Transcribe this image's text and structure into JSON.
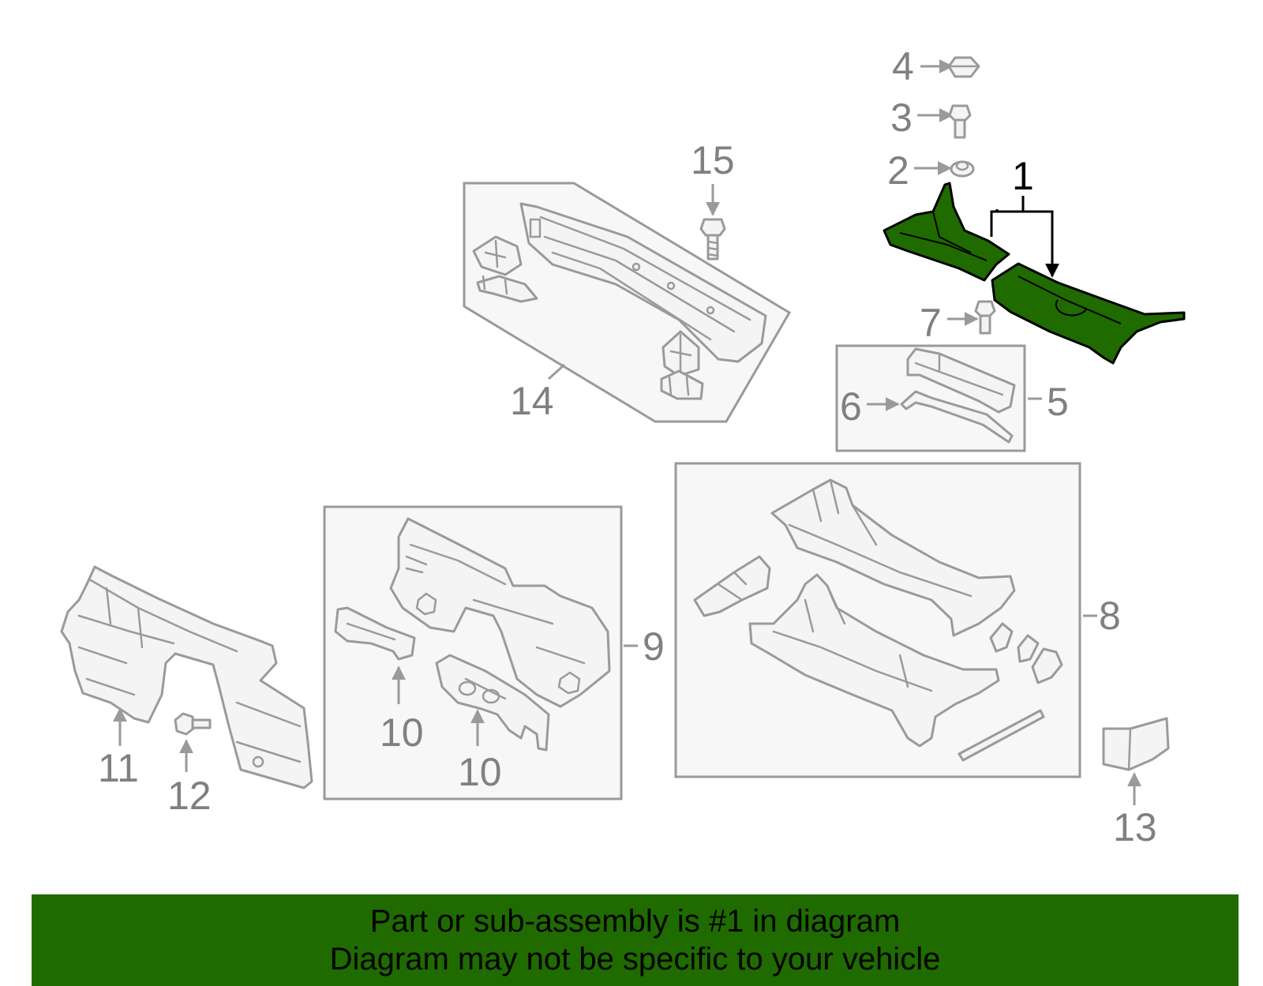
{
  "callouts": {
    "c1": "1",
    "c2": "2",
    "c3": "3",
    "c4": "4",
    "c5": "5",
    "c6": "6",
    "c7": "7",
    "c8": "8",
    "c9": "9",
    "c10a": "10",
    "c10b": "10",
    "c11": "11",
    "c12": "12",
    "c13": "13",
    "c14": "14",
    "c15": "15"
  },
  "banner": {
    "line1": "Part or sub-assembly is #1 in diagram",
    "line2": "Diagram may not be specific to your vehicle"
  },
  "colors": {
    "highlight": "#1f6b00",
    "line": "#9a9a9a",
    "label": "#808080"
  }
}
